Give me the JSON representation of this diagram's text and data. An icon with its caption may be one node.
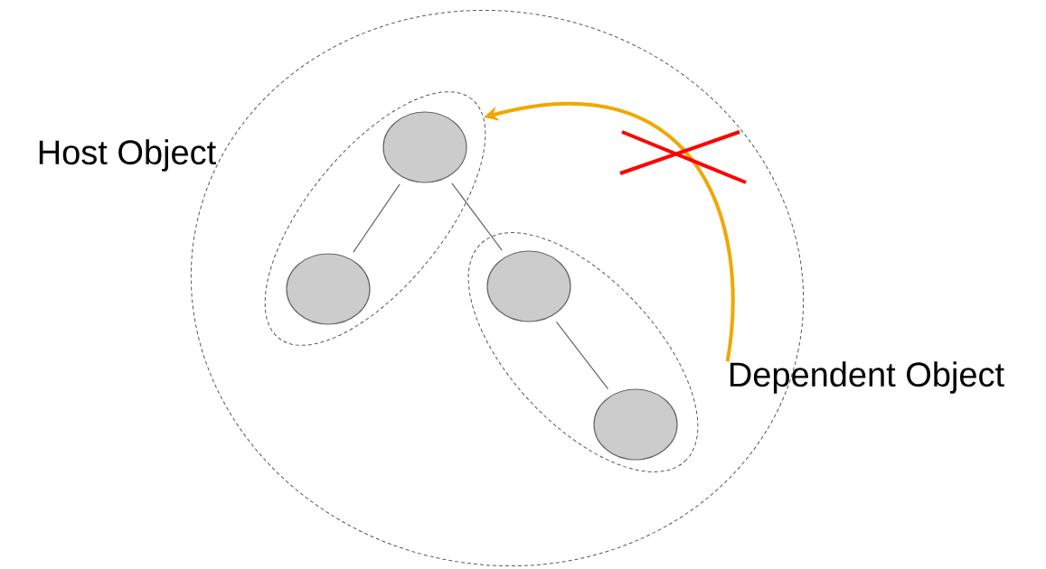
{
  "diagram": {
    "nodes": [
      {
        "text": [],
        "shape": "ellipse"
      },
      {
        "text": [],
        "shape": "ellipse",
        "in": 0
      },
      {
        "text": [],
        "shape": "circle",
        "in": 1
      },
      {
        "text": [],
        "shape": "circle",
        "in": 1
      },
      {
        "text": [],
        "shape": "ellipse",
        "in": 0
      },
      {
        "text": [],
        "shape": "circle",
        "in": 4
      },
      {
        "text": [],
        "shape": "circle",
        "in": 4
      },
      {
        "text": [
          "Dependent Object"
        ]
      }
    ],
    "edges": [
      {
        "from": 2,
        "to": 3,
        "arrow": "none"
      },
      {
        "from": 2,
        "to": 5,
        "arrow": "none"
      },
      {
        "from": 5,
        "to": 6,
        "arrow": "none"
      },
      {
        "from": 7,
        "to": 1,
        "arrow": "to",
        "style": "thick",
        "color": "#f0a800"
      }
    ],
    "labels": [
      "Host Object"
    ]
  }
}
